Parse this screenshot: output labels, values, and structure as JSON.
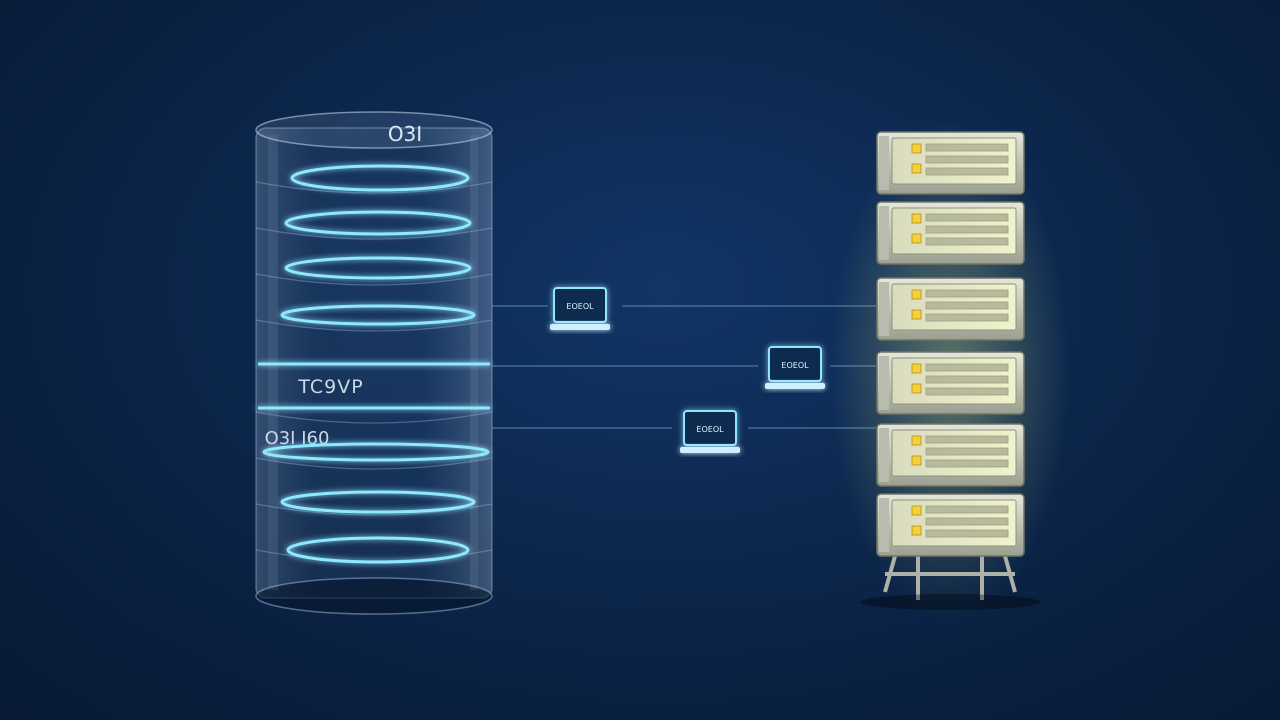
{
  "cylinder": {
    "top_label": "O3I",
    "mid_label_1": "TC9VP",
    "mid_label_2": "O3I  I60"
  },
  "laptops": [
    {
      "screen_text": "EOEOL"
    },
    {
      "screen_text": "EOEOL"
    },
    {
      "screen_text": "EOEOL"
    }
  ],
  "colors": {
    "background": "#0b2447",
    "glow_ring": "#7fe3ff",
    "link_line": "#5f8fc0",
    "server_face": "#c9ccb0",
    "server_led": "#f1d23b"
  },
  "icons": {
    "database": "database-cylinder-icon",
    "laptop": "laptop-icon",
    "server_rack": "server-rack-icon"
  }
}
